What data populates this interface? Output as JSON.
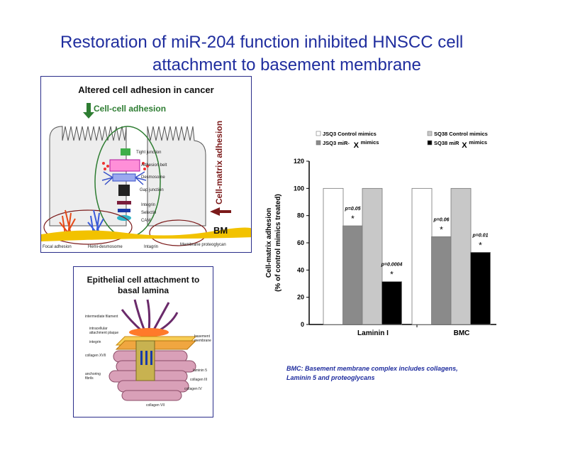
{
  "slide": {
    "title_line1": "Restoration of miR-204 function inhibited HNSCC cell",
    "title_line2": "attachment to basement membrane",
    "note_line1": "BMC: Basement membrane complex includes collagens,",
    "note_line2": "Laminin 5 and proteoglycans"
  },
  "panel1": {
    "title": "Altered cell adhesion in cancer",
    "cell_cell_label": "Cell-cell adhesion",
    "cell_matrix_label": "Cell-matrix adhesion",
    "bm_label": "BM",
    "labels": {
      "tight_junction": "Tight junction",
      "adhesion_belt": "Adhesion belt",
      "desmosome": "Desmosome",
      "gap_junction": "Gap junction",
      "integrin": "Integrin",
      "selectin": "Selectin",
      "cam": "CAM",
      "focal_adhesion": "Focal adhesion",
      "hemi_desmosome": "Hemi-desmosome",
      "integrin_bottom": "Intagrin",
      "membrane_proteoglycan": "Membrane proteoglycan"
    },
    "colors": {
      "cell_fill": "#ededed",
      "bm": "#f2c200",
      "green": "#2e7d32",
      "maroon": "#7b1a1a"
    }
  },
  "panel2": {
    "title_line1": "Epithelial cell attachment to",
    "title_line2": "basal lamina",
    "labels": {
      "intermediate_filament": "intermediate filament",
      "intracellular_plaque_1": "intracellular",
      "intracellular_plaque_2": "attachment plaque",
      "integrin": "integrin",
      "collagen_xvii": "collagen XVII",
      "anchoring_fibrils_1": "anchoring",
      "anchoring_fibrils_2": "fibrils",
      "basement_membrane_1": "basement",
      "basement_membrane_2": "membrane",
      "laminin_5": "laminin 5",
      "collagen_iii": "collagen III",
      "collagen_iv": "collagen IV",
      "collagen_vii": "collagen VII"
    },
    "colors": {
      "fibril": "#d9a0b8",
      "layer": "#f0a640",
      "filament": "#6a2a6a"
    }
  },
  "chart_data": {
    "type": "bar",
    "categories": [
      "Laminin I",
      "BMC"
    ],
    "ylabel_line1": "Cell-matrix adhesion",
    "ylabel_line2": "(% of control mimics treated)",
    "ylim": [
      0,
      120
    ],
    "yticks": [
      "0",
      "20",
      "40",
      "60",
      "80",
      "100",
      "120"
    ],
    "legend_placement": "top",
    "grid": false,
    "series": [
      {
        "name": "JSQ3 Control mimics",
        "values": [
          100,
          100
        ],
        "color": "#ffffff",
        "annotations": [
          "",
          ""
        ]
      },
      {
        "name": "JSQ3 miR-",
        "name_suffix": "mimics",
        "values": [
          72.5,
          64.5
        ],
        "color": "#8a8a8a",
        "annotations": [
          "p=0.05",
          "p=0.06"
        ]
      },
      {
        "name": "SQ38 Control mimics",
        "values": [
          100,
          100
        ],
        "color": "#c8c8c8",
        "annotations": [
          "",
          ""
        ]
      },
      {
        "name": "SQ38 miR",
        "name_suffix": "mimics",
        "values": [
          31.5,
          53
        ],
        "color": "#000000",
        "annotations": [
          "p=0.0004",
          "p=0.01"
        ]
      }
    ],
    "star": "*",
    "legend_cross": "X"
  }
}
